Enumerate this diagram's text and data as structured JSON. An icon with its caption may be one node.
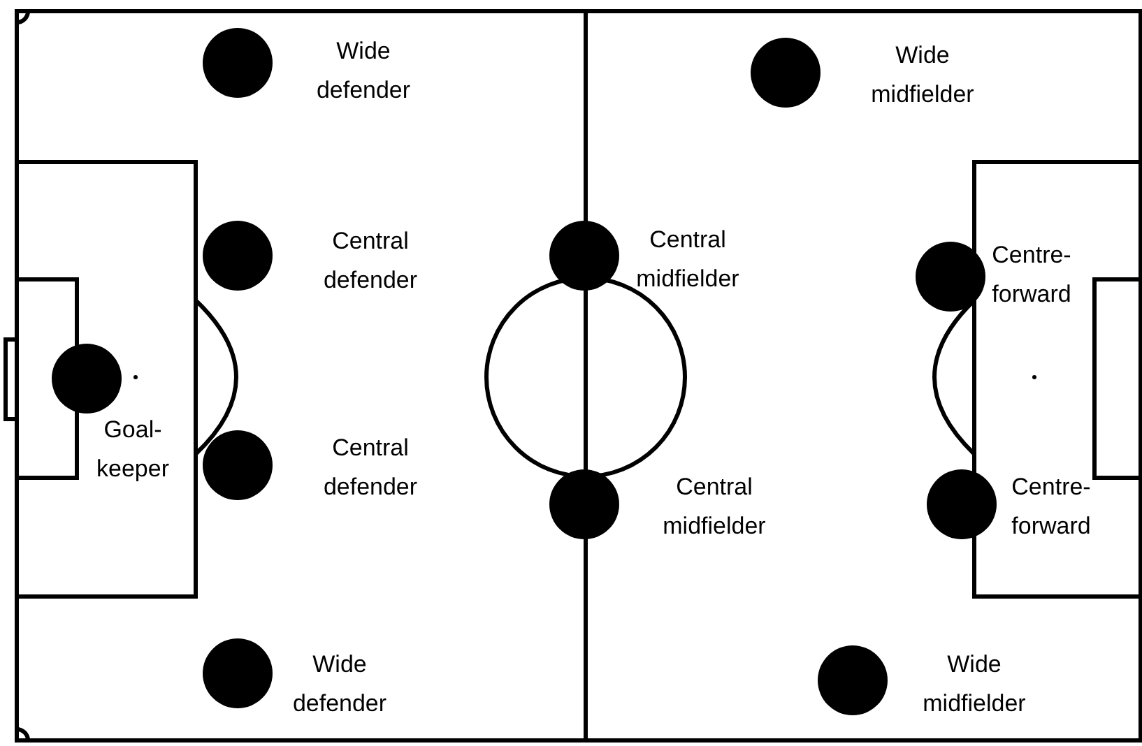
{
  "diagram": {
    "nodes": [
      {
        "text": [],
        "shape": "circle",
        "beside": [
          "Wide defender"
        ]
      },
      {
        "text": [],
        "shape": "circle",
        "beside": [
          "Wide midfielder"
        ]
      },
      {
        "text": [],
        "shape": "circle",
        "beside": [
          "Central defender"
        ]
      },
      {
        "text": [],
        "shape": "circle",
        "beside": [
          "Central midfielder"
        ]
      },
      {
        "text": [],
        "shape": "circle",
        "beside": [
          "Centre-forward"
        ]
      },
      {
        "text": [],
        "shape": "circle",
        "beside": [
          "Goal-keeper"
        ]
      },
      {
        "text": [],
        "shape": "circle",
        "beside": [
          "Central defender"
        ]
      },
      {
        "text": [],
        "shape": "circle",
        "beside": [
          "Central midfielder"
        ]
      },
      {
        "text": [],
        "shape": "circle",
        "beside": [
          "Centre-forward"
        ]
      },
      {
        "text": [],
        "shape": "circle",
        "beside": [
          "Wide defender"
        ]
      },
      {
        "text": [],
        "shape": "circle",
        "beside": [
          "Wide midfielder"
        ]
      }
    ]
  }
}
